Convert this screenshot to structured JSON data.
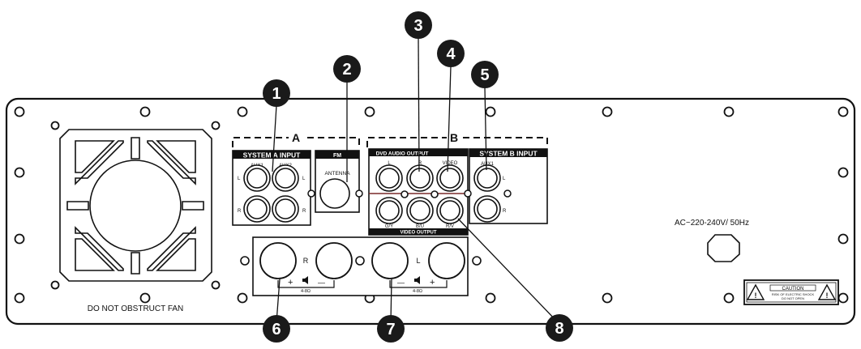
{
  "group_a_label": "A",
  "group_b_label": "B",
  "system_a": {
    "header": "SYSTEM A INPUT",
    "aux1": "AUX1",
    "aux2": "AUX2",
    "l": "L",
    "r": "R"
  },
  "fm": {
    "header": "FM",
    "antenna": "ANTENNA"
  },
  "dvd": {
    "audio_header": "DVD AUDIO OUTPUT",
    "l": "L",
    "r": "R",
    "video": "VIDEO",
    "g_y": "G/Y",
    "b_u": "B/U",
    "r_v": "R/V",
    "video_output": "VIDEO OUTPUT"
  },
  "system_b": {
    "header": "SYSTEM B INPUT",
    "aux1": "AUX1",
    "l": "L",
    "r": "R"
  },
  "speakers": {
    "r": "R",
    "l": "L",
    "plus": "+",
    "minus": "—",
    "impedance_r": "4-8Ω",
    "impedance_l": "4-8Ω"
  },
  "fan_label": "DO NOT OBSTRUCT FAN",
  "power_label": "AC~220-240V/ 50Hz",
  "caution": {
    "title": "CAUTION",
    "line1": "RISK OF ELECTRIC SHOCK",
    "line2": "DO NOT OPEN"
  },
  "callouts": [
    "1",
    "2",
    "3",
    "4",
    "5",
    "6",
    "7",
    "8"
  ]
}
